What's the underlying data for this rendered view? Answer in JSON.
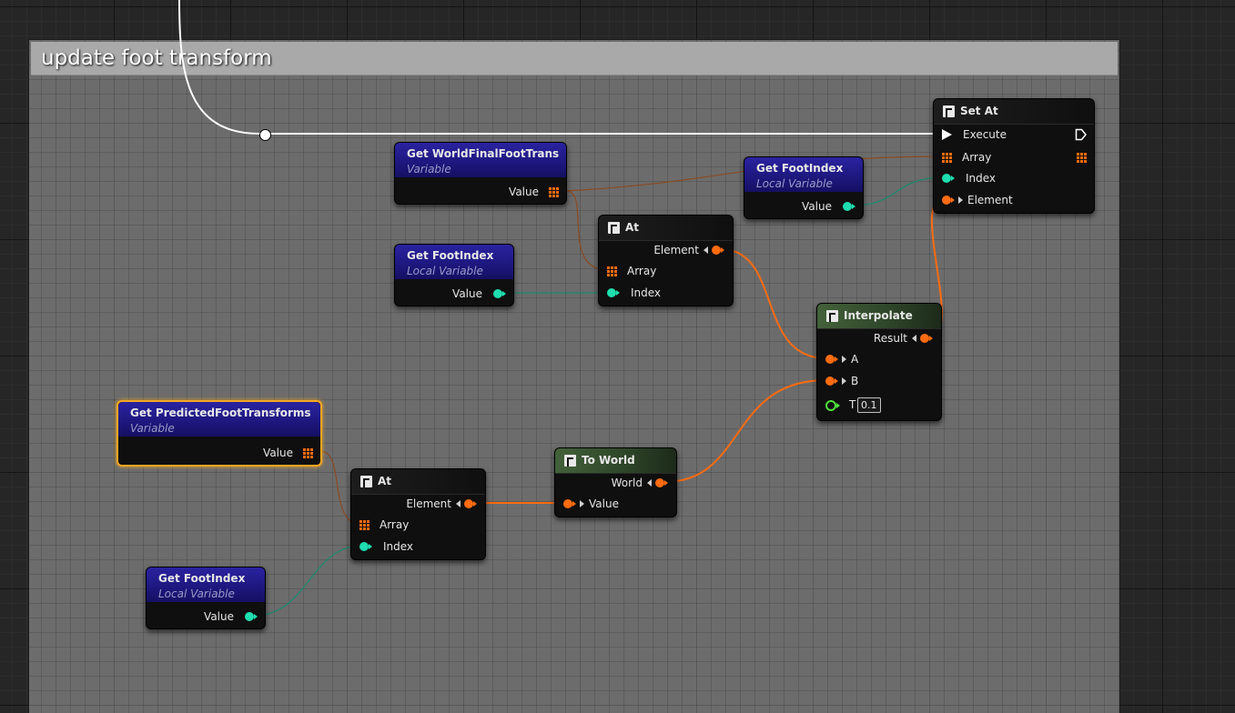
{
  "comment": {
    "title": "update foot transform"
  },
  "nodes": {
    "set_at": {
      "title": "Set At",
      "pins": {
        "execute": "Execute",
        "array": "Array",
        "index": "Index",
        "element": "Element"
      }
    },
    "get_world_final": {
      "title": "Get WorldFinalFootTrans",
      "subtitle": "Variable",
      "value": "Value"
    },
    "get_foot_index_top": {
      "title": "Get FootIndex",
      "subtitle": "Local Variable",
      "value": "Value"
    },
    "at_top": {
      "title": "At",
      "pins": {
        "element": "Element",
        "array": "Array",
        "index": "Index"
      }
    },
    "get_foot_index_mid": {
      "title": "Get FootIndex",
      "subtitle": "Local Variable",
      "value": "Value"
    },
    "interpolate": {
      "title": "Interpolate",
      "pins": {
        "result": "Result",
        "a": "A",
        "b": "B",
        "t": "T",
        "t_value": "0.1"
      }
    },
    "get_predicted": {
      "title": "Get PredictedFootTransforms",
      "subtitle": "Variable",
      "value": "Value"
    },
    "at_bottom": {
      "title": "At",
      "pins": {
        "element": "Element",
        "array": "Array",
        "index": "Index"
      }
    },
    "to_world": {
      "title": "To World",
      "pins": {
        "world": "World",
        "value": "Value"
      }
    },
    "get_foot_index_bottom": {
      "title": "Get FootIndex",
      "subtitle": "Local Variable",
      "value": "Value"
    }
  },
  "colors": {
    "transform_pin": "#ff6b10",
    "int_pin": "#1fdeb0",
    "float_pin": "#50e23a",
    "exec_pin": "#ffffff",
    "variable_header": "#1e1880",
    "pure_function_header": "#43613a",
    "selection": "#f5a623"
  }
}
